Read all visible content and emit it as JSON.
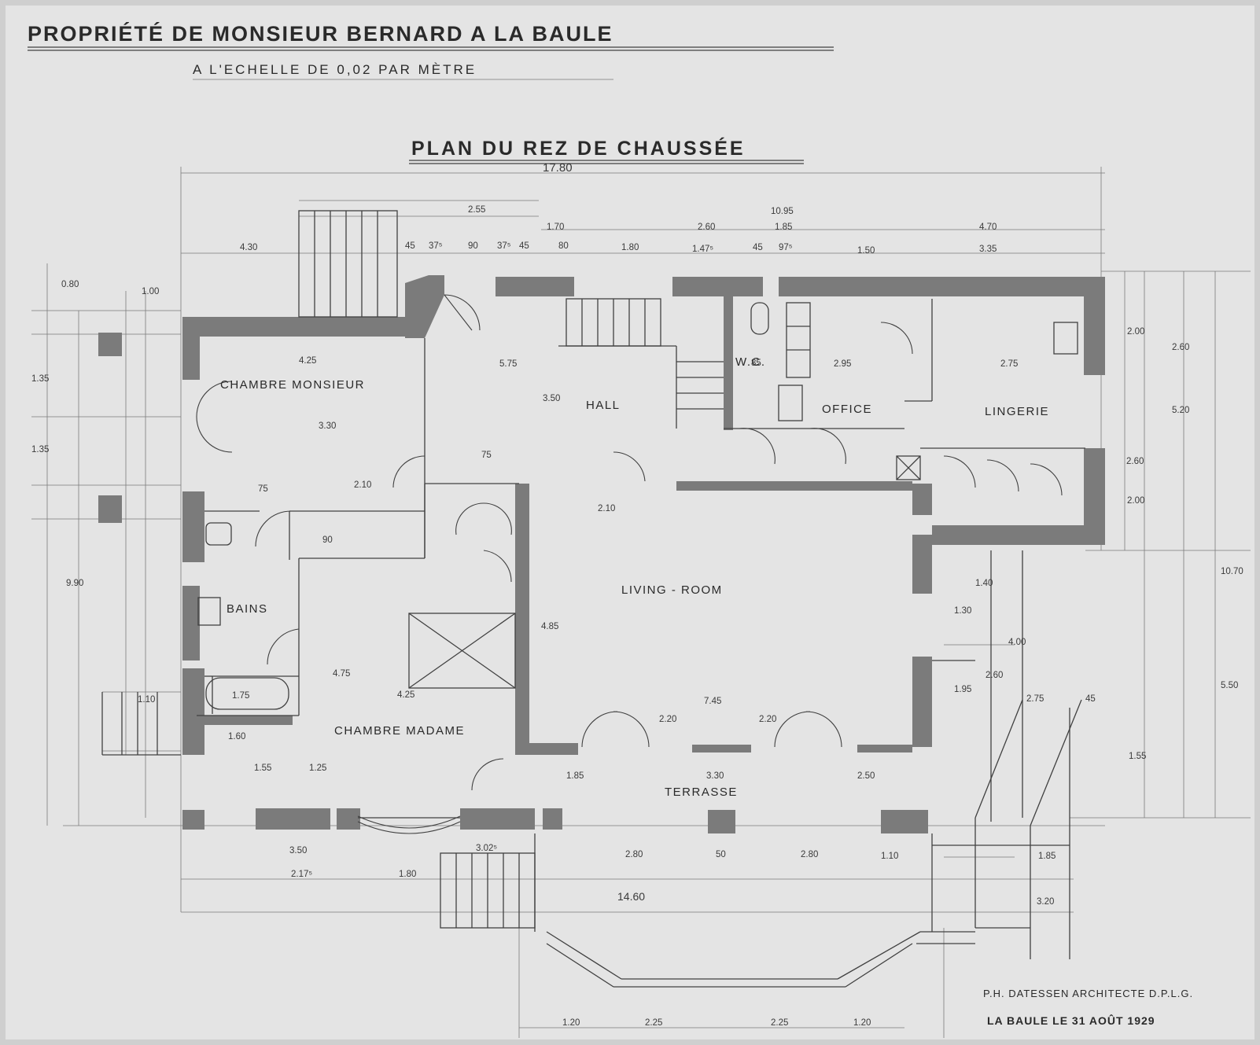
{
  "header": {
    "title": "PROPRIÉTÉ DE MONSIEUR BERNARD A LA BAULE",
    "scale": "A L'ECHELLE DE 0,02 PAR MÈTRE",
    "plan_title": "PLAN DU REZ DE CHAUSSÉE"
  },
  "rooms": {
    "chambre_monsieur": "CHAMBRE MONSIEUR",
    "hall": "HALL",
    "wc": "W.C.",
    "office": "OFFICE",
    "lingerie": "LINGERIE",
    "bains": "BAINS",
    "living_room": "LIVING - ROOM",
    "chambre_madame": "CHAMBRE MADAME",
    "terrasse": "TERRASSE"
  },
  "dimensions": {
    "total_width": "17.80",
    "d_4_30": "4.30",
    "d_2_55": "2.55",
    "d_10_95": "10.95",
    "d_1_70": "1.70",
    "d_2_60": "2.60",
    "d_1_85_top": "1.85",
    "d_4_70": "4.70",
    "d_45_a": "45",
    "d_37_5_a": "37⁵",
    "d_90": "90",
    "d_37_5_b": "37⁵",
    "d_45_b": "45",
    "d_80": "80",
    "d_1_80": "1.80",
    "d_1_47_5": "1.47⁵",
    "d_45_c": "45",
    "d_97_5": "97⁵",
    "d_1_50": "1.50",
    "d_3_35": "3.35",
    "d_4_25_top": "4.25",
    "d_5_75": "5.75",
    "d_85": "85",
    "d_2_95": "2.95",
    "d_2_75": "2.75",
    "d_3_30": "3.30",
    "d_3_50": "3.50",
    "d_75_a": "75",
    "d_2_10_a": "2.10",
    "d_75_b": "75",
    "d_2_10_b": "2.10",
    "d_90_b": "90",
    "d_4_85": "4.85",
    "d_4_75": "4.75",
    "d_4_25": "4.25",
    "d_1_75": "1.75",
    "d_1_60": "1.60",
    "d_1_55": "1.55",
    "d_1_25": "1.25",
    "d_7_45": "7.45",
    "d_2_20_a": "2.20",
    "d_2_20_b": "2.20",
    "d_1_85_b": "1.85",
    "d_3_30_b": "3.30",
    "d_2_50": "2.50",
    "d_2_80_a": "2.80",
    "d_50": "50",
    "d_2_80_b": "2.80",
    "d_1_10": "1.10",
    "d_3_50_b": "3.50",
    "d_3_02_5": "3.02⁵",
    "d_2_17_5": "2.17⁵",
    "d_1_80_b": "1.80",
    "d_14_60": "14.60",
    "d_1_20_a": "1.20",
    "d_2_25_a": "2.25",
    "d_2_25_b": "2.25",
    "d_1_20_b": "1.20",
    "d_3_20": "3.20",
    "d_1_85_c": "1.85",
    "d_2_75_b": "2.75",
    "d_45_d": "45",
    "d_1_55_b": "1.55",
    "d_5_50": "5.50",
    "d_10_70": "10.70",
    "d_5_20": "5.20",
    "d_2_60_r": "2.60",
    "d_2_00_a": "2.00",
    "d_2_60_r2": "2.60",
    "d_2_00_b": "2.00",
    "d_1_40": "1.40",
    "d_4_00": "4.00",
    "d_2_60_c": "2.60",
    "d_1_95": "1.95",
    "d_1_30": "1.30",
    "d_1_35_a": "1.35",
    "d_1_35_b": "1.35",
    "d_9_90": "9.90",
    "d_1_00": "1.00",
    "d_0_80": "0.80",
    "d_1_10_l": "1.10"
  },
  "signature": {
    "architect": "P.H. DATESSEN ARCHITECTE D.P.L.G.",
    "place_date": "LA BAULE LE 31 AOÛT 1929"
  }
}
